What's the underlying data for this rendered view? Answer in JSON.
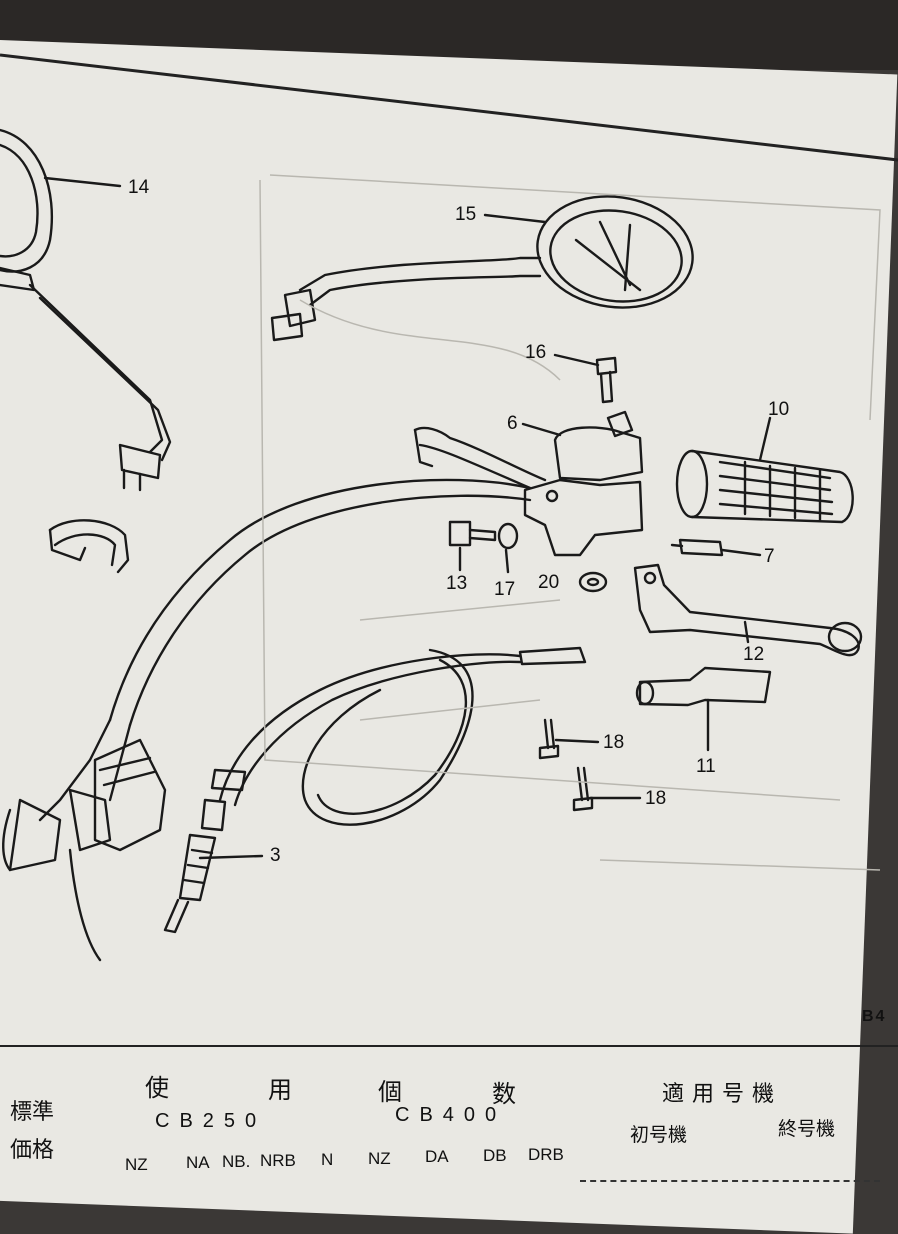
{
  "callouts": {
    "c14": "14",
    "c15": "15",
    "c16": "16",
    "c6": "6",
    "c10": "10",
    "c7": "7",
    "c13": "13",
    "c17": "17",
    "c20": "20",
    "c12": "12",
    "c18a": "18",
    "c18b": "18",
    "c11": "11",
    "c3": "3"
  },
  "plate_code": "B4",
  "table": {
    "heading_usage": [
      "使",
      "用",
      "個",
      "数"
    ],
    "heading_applicable": "適用号機",
    "col_std_1": "標準",
    "col_std_2": "価格",
    "model_a": "CB250",
    "model_b": "CB400",
    "first_unit": "初号機",
    "last_unit": "終号機",
    "variants": [
      "NZ",
      "NA",
      "NB.",
      "NRB",
      "N",
      "NZ",
      "DA",
      "DB",
      "DRB"
    ]
  }
}
